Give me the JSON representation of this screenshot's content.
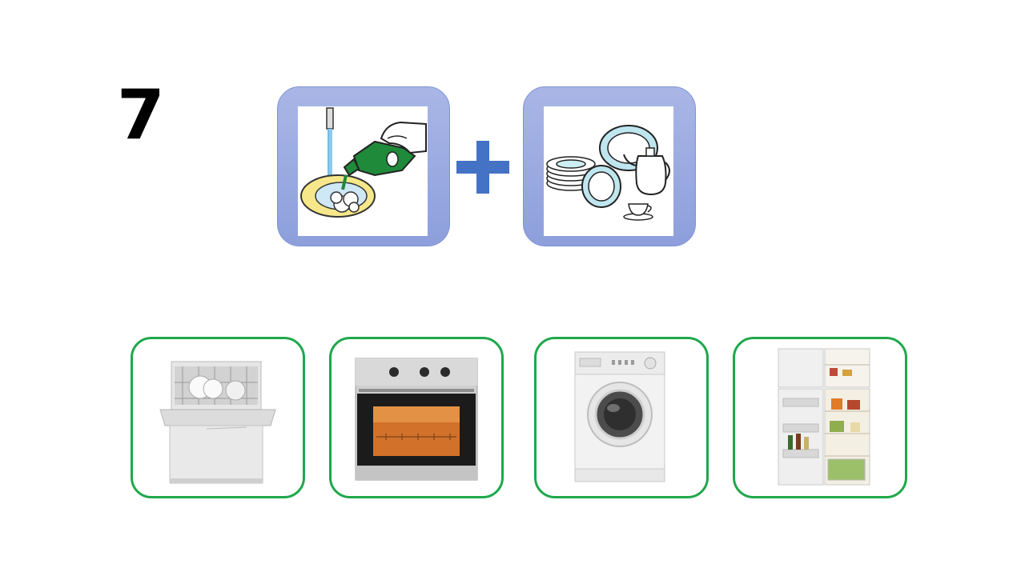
{
  "slide": {
    "number": "7"
  },
  "clues": [
    {
      "name": "washing-dishes-pictogram",
      "icon": "washing-dishes-icon"
    },
    {
      "name": "dishes-pictogram",
      "icon": "dishes-icon"
    }
  ],
  "operator": {
    "icon": "plus-icon",
    "color": "#4472c4"
  },
  "options": [
    {
      "icon": "dishwasher-icon"
    },
    {
      "icon": "oven-icon"
    },
    {
      "icon": "washing-machine-icon"
    },
    {
      "icon": "refrigerator-icon"
    }
  ],
  "colors": {
    "clue_frame": "#97a8e0",
    "option_border": "#1ea84b",
    "plus": "#4472c4"
  }
}
